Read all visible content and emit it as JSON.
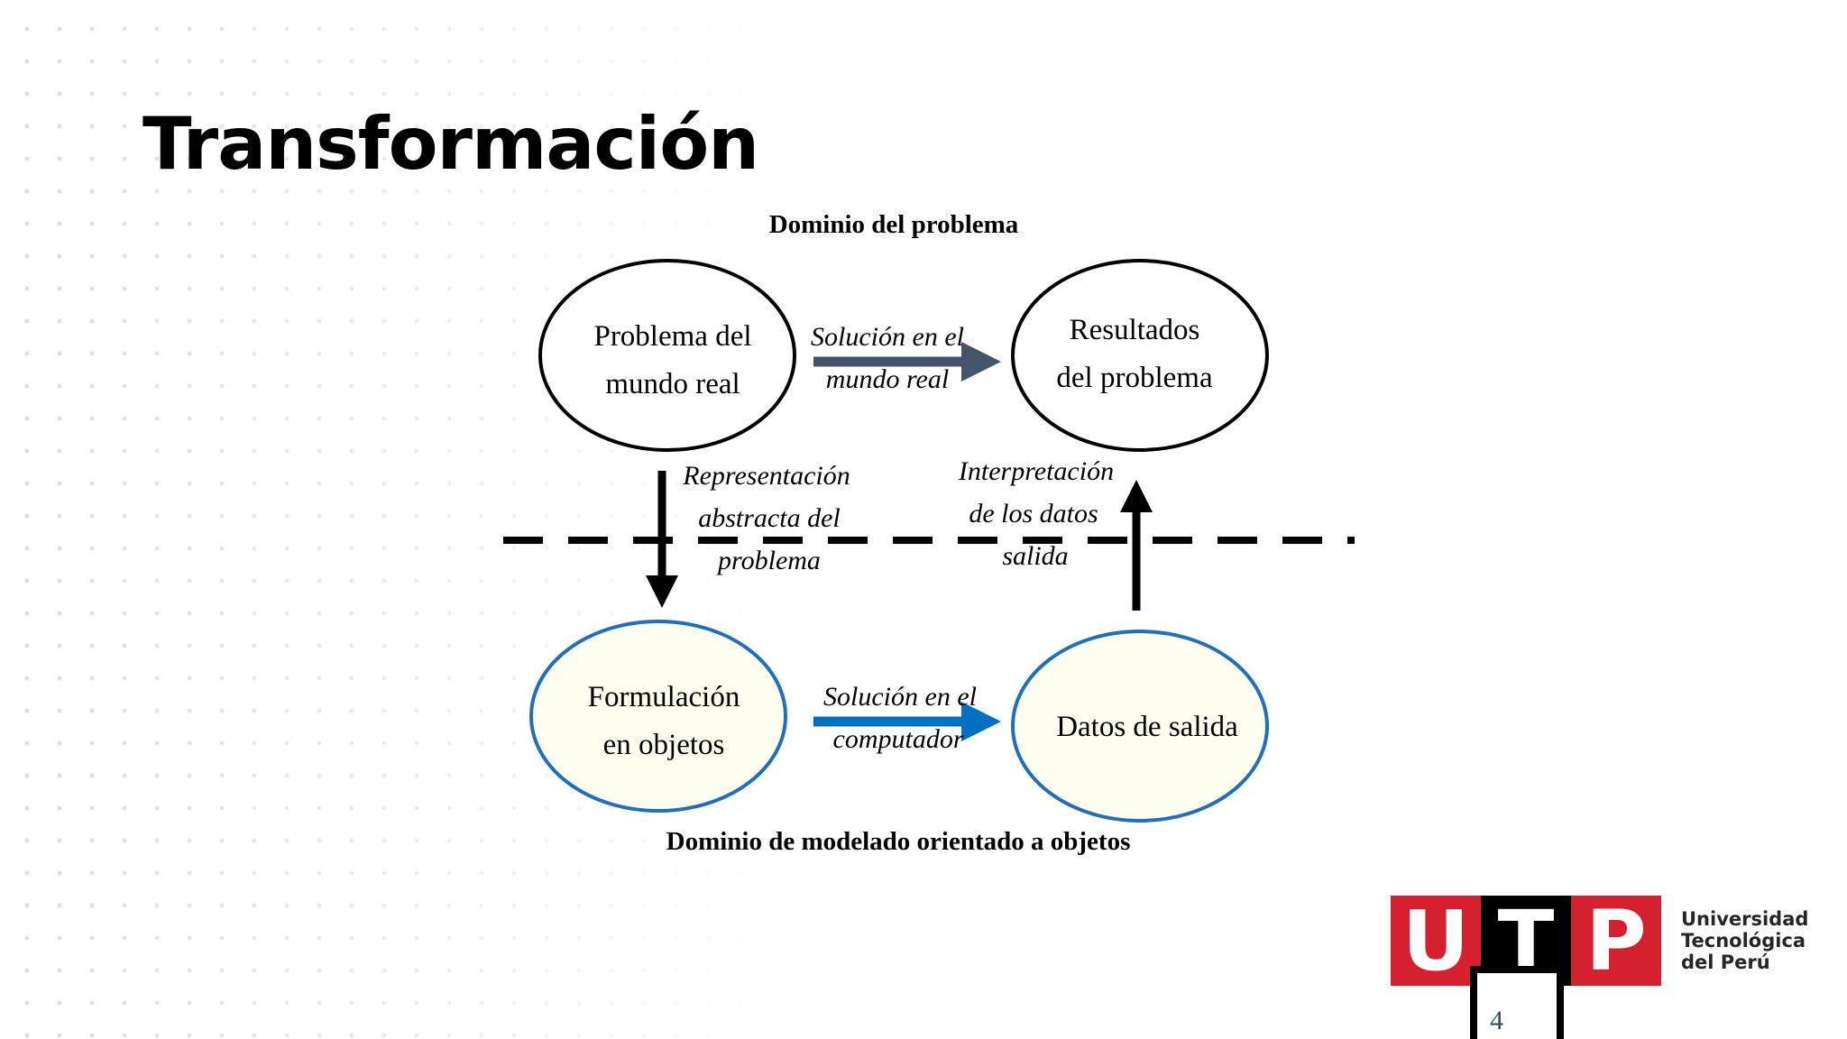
{
  "slide": {
    "title": "Transformación",
    "page_number": "4"
  },
  "diagram": {
    "top_domain_label": "Dominio del problema",
    "bottom_domain_label": "Dominio de modelado orientado a objetos",
    "nodes": {
      "real_problem": {
        "lines": [
          "Problema del",
          "mundo real"
        ]
      },
      "problem_results": {
        "lines": [
          "Resultados",
          "del problema"
        ]
      },
      "object_formulation": {
        "lines": [
          "Formulación",
          "en objetos"
        ]
      },
      "output_data": {
        "lines": [
          "Datos de salida"
        ]
      }
    },
    "edges": {
      "real_solution": {
        "lines": [
          "Solución en el",
          "mundo real"
        ]
      },
      "abstract_representation": {
        "lines": [
          "Representación",
          "abstracta del",
          "problema"
        ]
      },
      "data_interpretation": {
        "lines": [
          "Interpretación",
          "de los datos",
          "salida"
        ]
      },
      "computer_solution": {
        "lines": [
          "Solución en el",
          "computador"
        ]
      }
    },
    "colors": {
      "top_node_border": "#000000",
      "bottom_node_border": "#1f6fc1",
      "bottom_node_fill": "#fffdf0",
      "top_arrow": "#44546a",
      "bottom_arrow": "#0070c0",
      "vertical_arrow": "#000000"
    }
  },
  "logo": {
    "letters": [
      "U",
      "T",
      "P"
    ],
    "name_lines": [
      "Universidad",
      "Tecnológica",
      "del Perú"
    ],
    "colors": {
      "red": "#d6202f",
      "black": "#000000"
    }
  }
}
